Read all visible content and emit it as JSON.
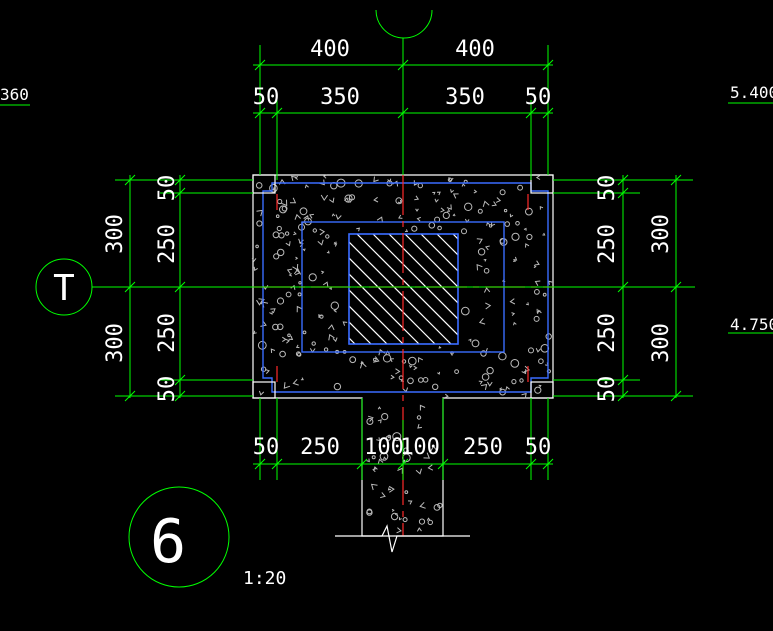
{
  "drawing": {
    "top_dims_overall": [
      "400",
      "400"
    ],
    "top_dims_detail": [
      "50",
      "350",
      "350",
      "50"
    ],
    "bottom_dims": [
      "50",
      "250",
      "100",
      "100",
      "250",
      "50"
    ],
    "left_dims_overall": [
      "300",
      "300"
    ],
    "left_dims_detail": [
      "50",
      "250",
      "250",
      "50"
    ],
    "right_dims_detail": [
      "50",
      "250",
      "250",
      "50"
    ],
    "right_dims_overall": [
      "300",
      "300"
    ],
    "axis_label": "T",
    "detail_number": "6",
    "scale": "1:20",
    "elevation_left": "360",
    "elevation_right_top": "5.400",
    "elevation_right_mid": "4.750"
  },
  "colors": {
    "background": "#000000",
    "dimension": "#00ff00",
    "outline": "#ffffff",
    "rebar": "#3a6cff",
    "centerline": "#ff2a2a"
  }
}
